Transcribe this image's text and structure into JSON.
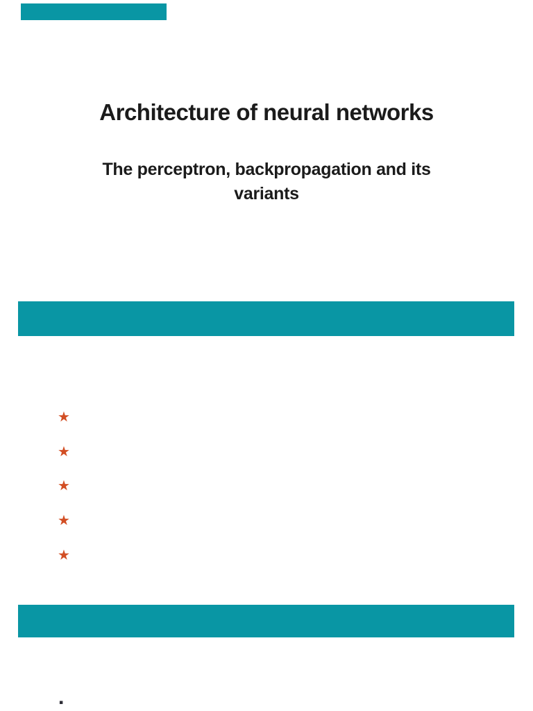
{
  "document": {
    "title": "Architecture of neural networks",
    "subtitle": {
      "line1": "The perceptron, backpropagation and its",
      "line2": "variants"
    },
    "bullets": [
      {
        "glyph": "★"
      },
      {
        "glyph": "★"
      },
      {
        "glyph": "★"
      },
      {
        "glyph": "★"
      },
      {
        "glyph": "★"
      }
    ],
    "footer_dot": "▪",
    "colors": {
      "band_teal": "#0996a4",
      "star_orange": "#d24e24",
      "text_black": "#1b1b1b"
    }
  }
}
